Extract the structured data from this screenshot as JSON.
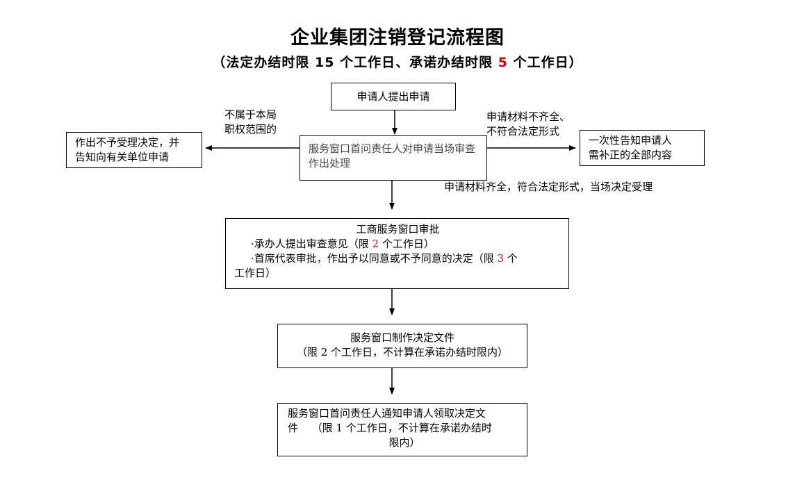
{
  "title": "企业集团注销登记流程图",
  "subtitle": {
    "prefix": "（法定办结时限 15 个工作日、承诺办结时限 ",
    "highlight": "5",
    "suffix": " 个工作日）"
  },
  "nodes": {
    "apply": "申请人提出申请",
    "window_review": "服务窗口首问责任人对申请当场审查作出处理",
    "reject_line1": "作出不予受理决定，并",
    "reject_line2": "告知向有关单位申请",
    "notify_line1": "一次性告知申请人",
    "notify_line2": "需补正的全部内容",
    "approval": {
      "title": "工商服务窗口审批",
      "item1_prefix": "·承办人提出审查意见（限 ",
      "item1_num": "2",
      "item1_suffix": " 个工作日）",
      "item2_prefix": "·首席代表审批，作出予以同意或不予同意的决定（限 ",
      "item2_num": "3",
      "item2_suffix": " 个",
      "item2_tail": "工作日）"
    },
    "make_doc_line1": "服务窗口制作决定文件",
    "make_doc_line2": "（限 2 个工作日，不计算在承诺办结时限内）",
    "collect_line1": "服务窗口首问责任人通知申请人领取决定文",
    "collect_line2": "件　 （限 1 个工作日，不计算在承诺办结时",
    "collect_line3": "限内）"
  },
  "edge_labels": {
    "not_jurisdiction_line1": "不属于本局",
    "not_jurisdiction_line2": "职权范围的",
    "incomplete_line1": "申请材料不齐全、",
    "incomplete_line2": "不符合法定形式",
    "complete": "申请材料齐全，符合法定形式，当场决定受理"
  },
  "colors": {
    "highlight": "#e00000",
    "line": "#000000"
  }
}
